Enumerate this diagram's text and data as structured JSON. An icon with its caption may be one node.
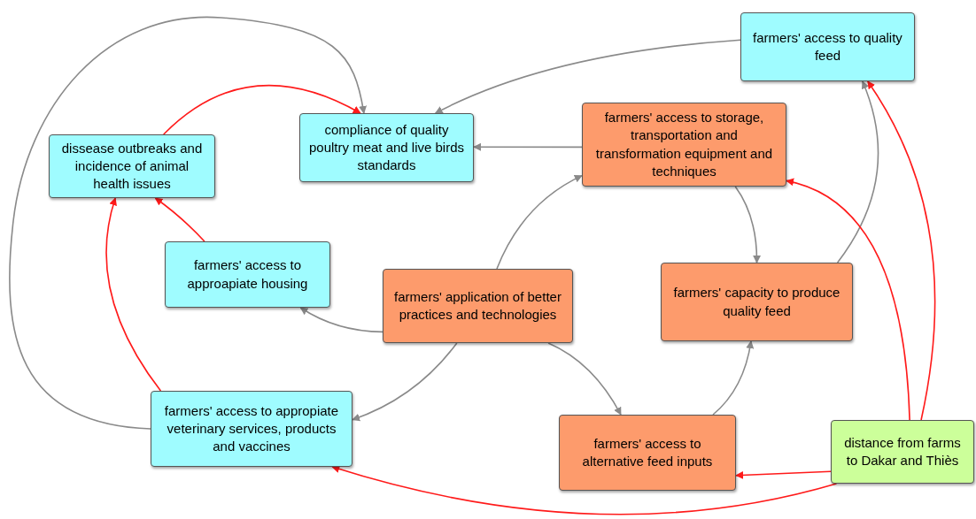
{
  "diagram": {
    "nodes": [
      {
        "text": [
          "farmers' access to quality feed"
        ]
      },
      {
        "text": [
          "compliance of quality poultry meat and live birds standards"
        ]
      },
      {
        "text": [
          "farmers' access to storage, transportation and transformation equipment and techniques"
        ]
      },
      {
        "text": [
          "dissease outbreaks and incidence of animal health issues"
        ]
      },
      {
        "text": [
          "farmers' access to approapiate housing"
        ]
      },
      {
        "text": [
          "farmers' application of better practices and technologies"
        ]
      },
      {
        "text": [
          "farmers' capacity to produce quality feed"
        ]
      },
      {
        "text": [
          "farmers' access to appropiate veterinary services, products and vaccines"
        ]
      },
      {
        "text": [
          "farmers' access to alternative feed inputs"
        ]
      },
      {
        "text": [
          "distance from farms to Dakar and Thiès"
        ]
      }
    ],
    "edges": [
      {
        "from": 0,
        "to": 1,
        "arrow": "to"
      },
      {
        "from": 2,
        "to": 1,
        "arrow": "to"
      },
      {
        "from": 3,
        "to": 1,
        "arrow": "to",
        "color": "#ff1a1a"
      },
      {
        "from": 7,
        "to": 1,
        "arrow": "to"
      },
      {
        "from": 4,
        "to": 3,
        "arrow": "to",
        "color": "#ff1a1a"
      },
      {
        "from": 7,
        "to": 3,
        "arrow": "to",
        "color": "#ff1a1a"
      },
      {
        "from": 5,
        "to": 4,
        "arrow": "to"
      },
      {
        "from": 5,
        "to": 2,
        "arrow": "to"
      },
      {
        "from": 5,
        "to": 7,
        "arrow": "to"
      },
      {
        "from": 5,
        "to": 8,
        "arrow": "to"
      },
      {
        "from": 2,
        "to": 6,
        "arrow": "to"
      },
      {
        "from": 8,
        "to": 6,
        "arrow": "to"
      },
      {
        "from": 6,
        "to": 0,
        "arrow": "to"
      },
      {
        "from": 9,
        "to": 0,
        "arrow": "to",
        "color": "#ff1a1a"
      },
      {
        "from": 9,
        "to": 2,
        "arrow": "to",
        "color": "#ff1a1a"
      },
      {
        "from": 9,
        "to": 8,
        "arrow": "to",
        "color": "#ff1a1a"
      },
      {
        "from": 9,
        "to": 7,
        "arrow": "to",
        "color": "#ff1a1a"
      }
    ]
  }
}
